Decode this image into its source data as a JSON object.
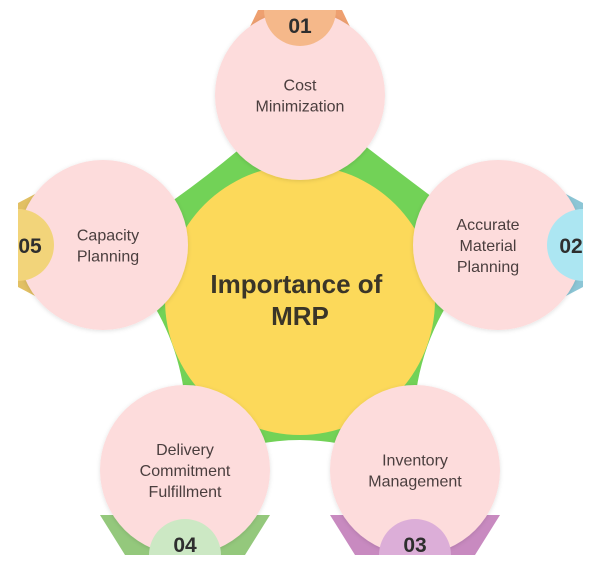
{
  "title": [
    "Importance of",
    "MRP"
  ],
  "items": [
    {
      "number": "01",
      "lines": [
        "Cost",
        "Minimization"
      ],
      "badge_color": "#f5b88a",
      "tab_color": "#eea070"
    },
    {
      "number": "02",
      "lines": [
        "Accurate",
        "Material",
        "Planning"
      ],
      "badge_color": "#ace6f2",
      "tab_color": "#8cc6d6"
    },
    {
      "number": "03",
      "lines": [
        "Inventory",
        "Management"
      ],
      "badge_color": "#dcaed8",
      "tab_color": "#c88ac0"
    },
    {
      "number": "04",
      "lines": [
        "Delivery",
        "Commitment",
        "Fulfillment"
      ],
      "badge_color": "#cce8c4",
      "tab_color": "#94c87c"
    },
    {
      "number": "05",
      "lines": [
        "Capacity",
        "Planning"
      ],
      "badge_color": "#f2d47a",
      "tab_color": "#e2c064"
    }
  ],
  "colors": {
    "star": "#72d257",
    "center": "#fcd95a",
    "node": "#fddcdc"
  }
}
